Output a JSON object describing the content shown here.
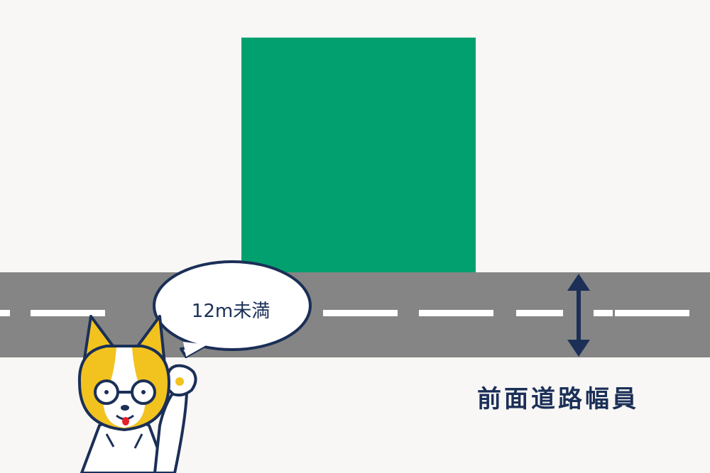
{
  "speech_bubble": {
    "text": "12m未満"
  },
  "road_width_label": "前面道路幅員",
  "colors": {
    "background": "#f8f7f5",
    "building": "#02a06e",
    "road": "#858585",
    "lane_marking": "#ffffff",
    "navy": "#1b2f57",
    "mascot_yellow": "#f2c31f"
  },
  "icons": {
    "width_arrow": "double-headed-vertical-arrow",
    "mascot": "dog-mascot-with-glasses"
  }
}
